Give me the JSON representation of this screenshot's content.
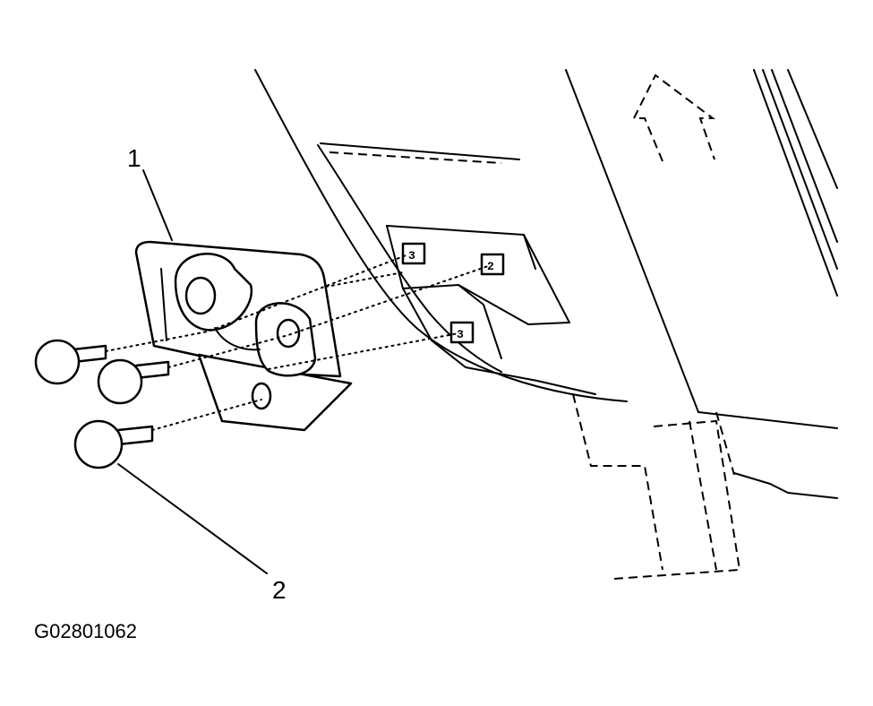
{
  "callouts": {
    "label_1": "1",
    "label_2": "2"
  },
  "bracket_tags": {
    "tag_a": "3",
    "tag_b": "2",
    "tag_c": "3"
  },
  "figure_id": "G02801062"
}
